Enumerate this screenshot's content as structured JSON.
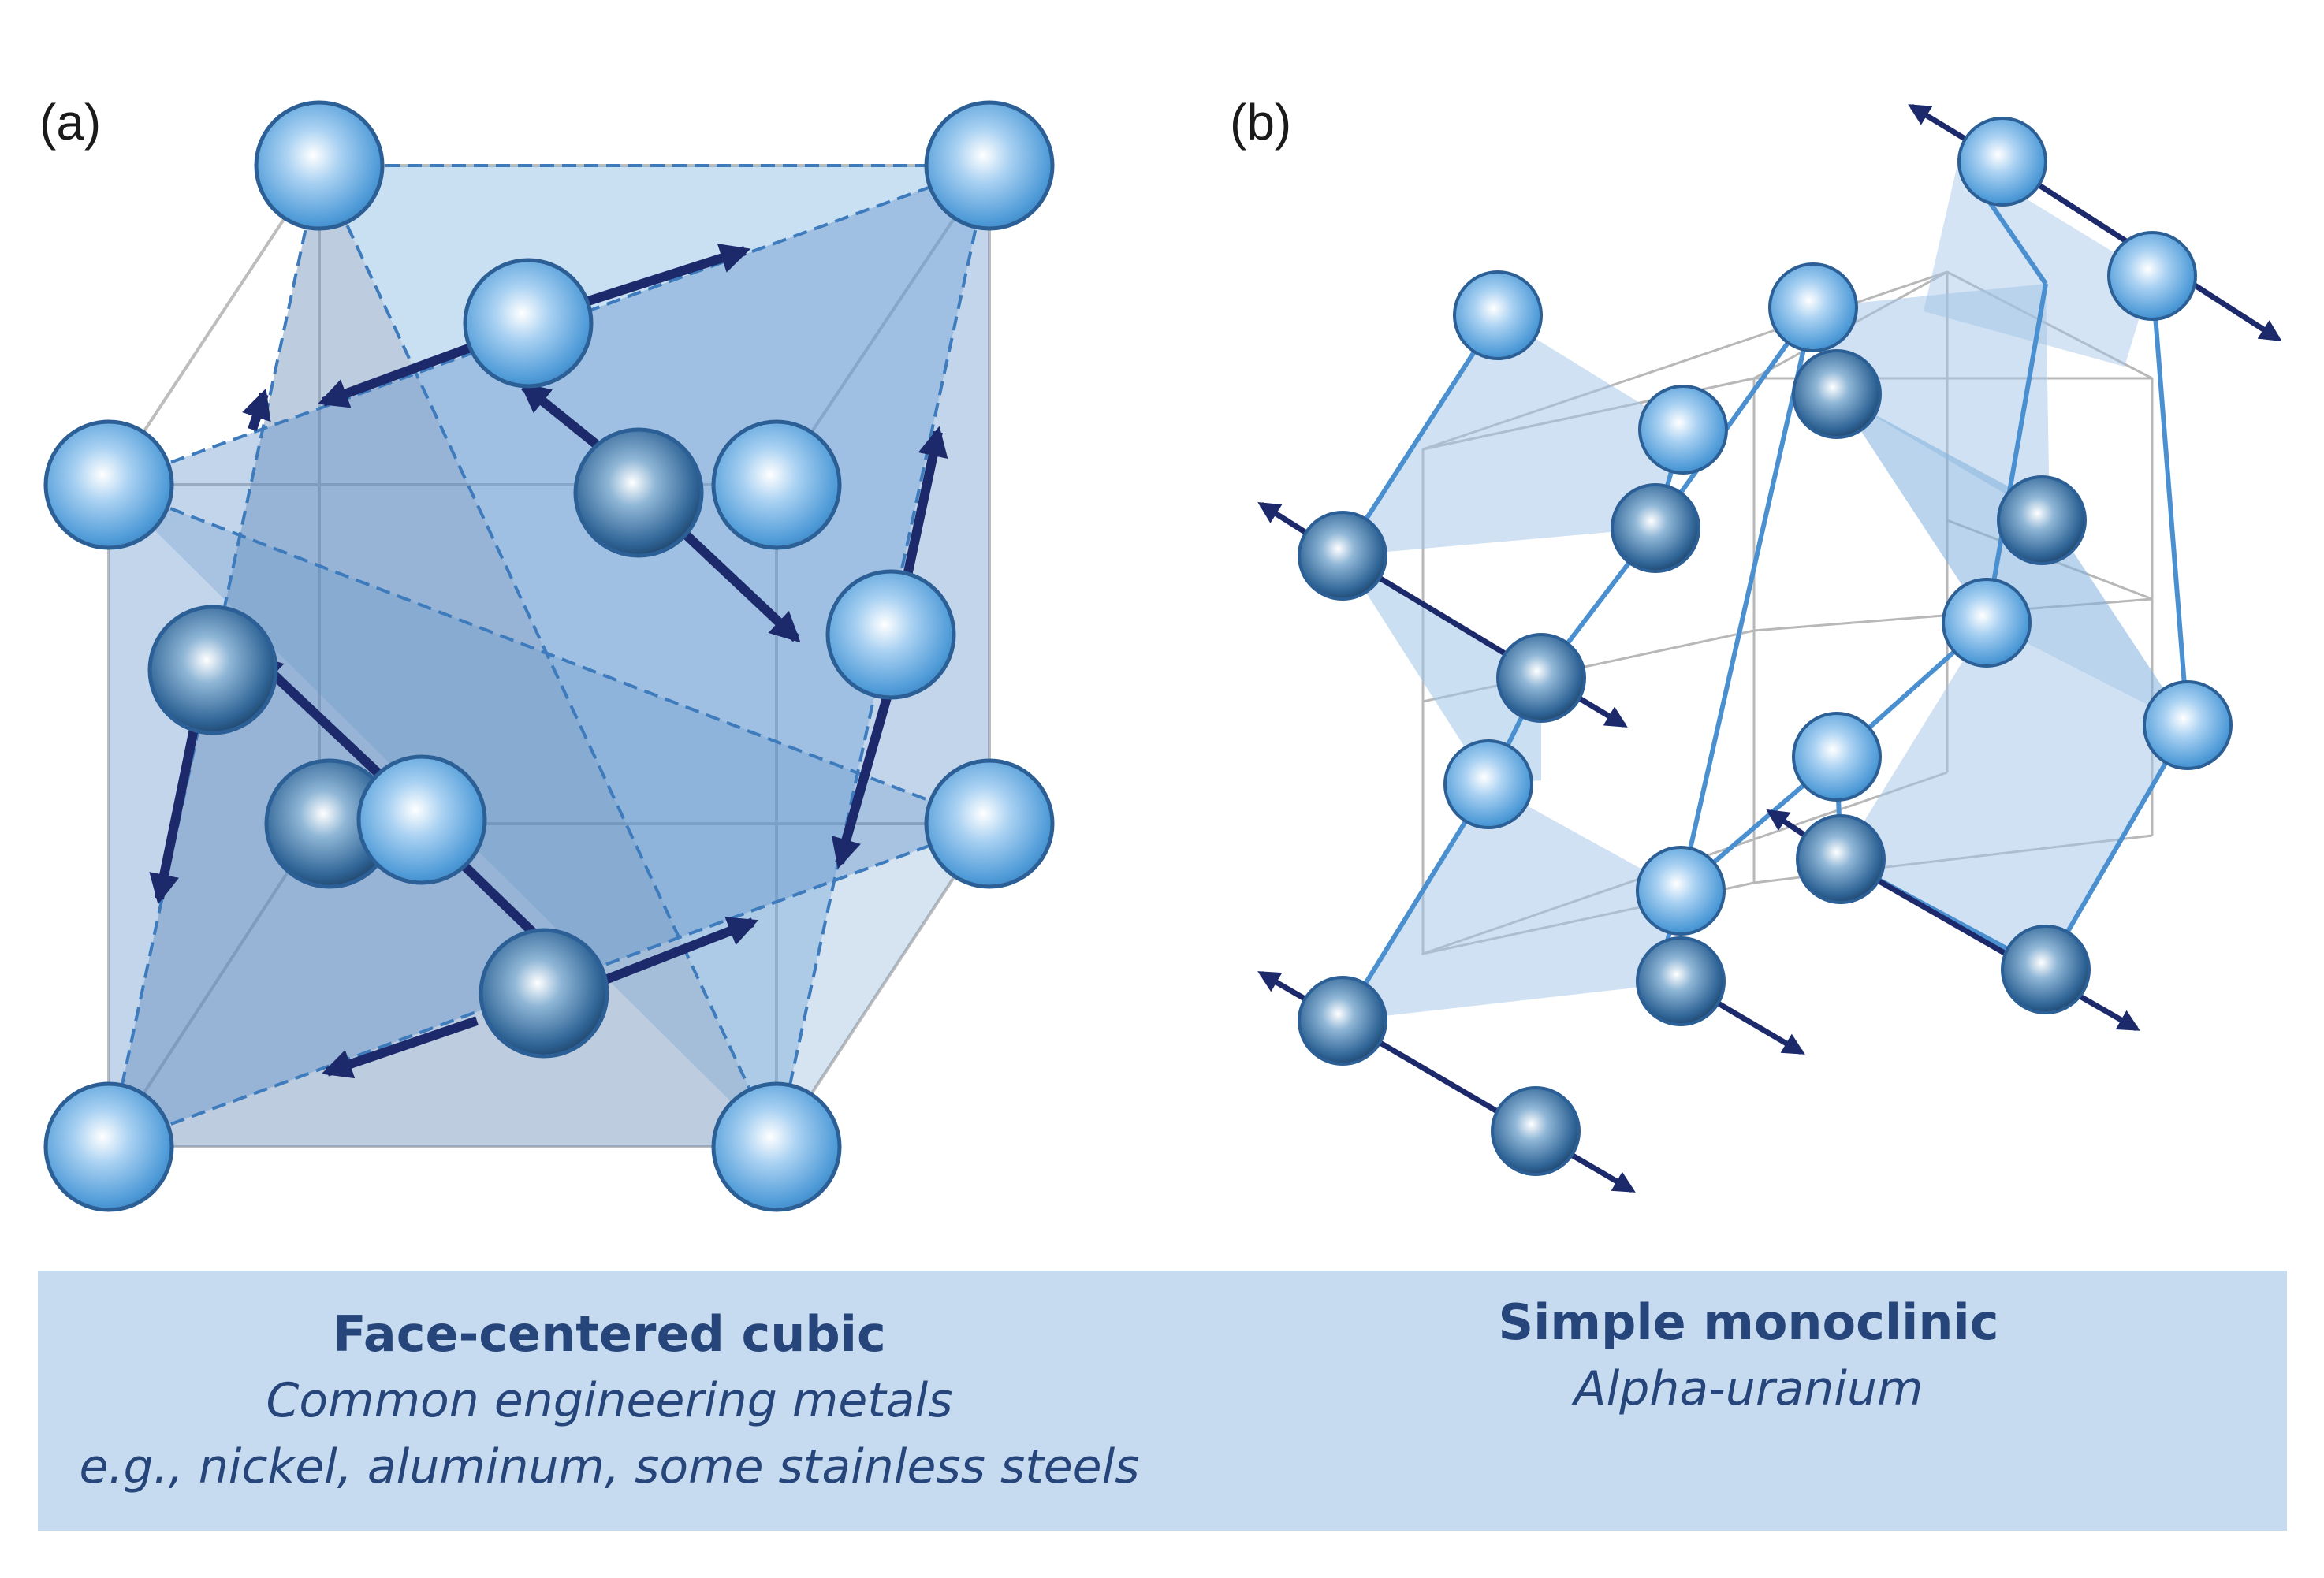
{
  "panels": [
    {
      "label": "(a)",
      "title": "Face-centered cubic",
      "subtitle_lines": [
        "Common engineering metals",
        "e.g., nickel, aluminum, some stainless steels"
      ]
    },
    {
      "label": "(b)",
      "title": "Simple monoclinic",
      "subtitle_lines": [
        "Alpha-uranium"
      ]
    }
  ],
  "colors": {
    "atom_light": "#5ba3dc",
    "atom_dark": "#2f6496",
    "arrow": "#1c2a6b",
    "plane": "#5b8fc7",
    "caption_background": "#c6dbef",
    "caption_text": "#26457a"
  }
}
